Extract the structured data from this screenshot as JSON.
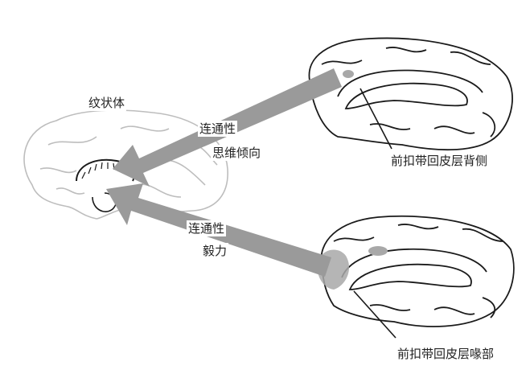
{
  "labels": {
    "striatum": "纹状体",
    "connectivity_top": "连通性",
    "mindset": "思维倾向",
    "connectivity_bottom": "连通性",
    "grit": "毅力",
    "dorsal_acc": "前扣带回皮层背侧",
    "rostral_acc": "前扣带回皮层喙部"
  },
  "colors": {
    "arrow": "#9a9a9a",
    "region": "#a8a8a8",
    "outline": "#1a1a1a",
    "faded_outline": "#bdbdbd"
  }
}
